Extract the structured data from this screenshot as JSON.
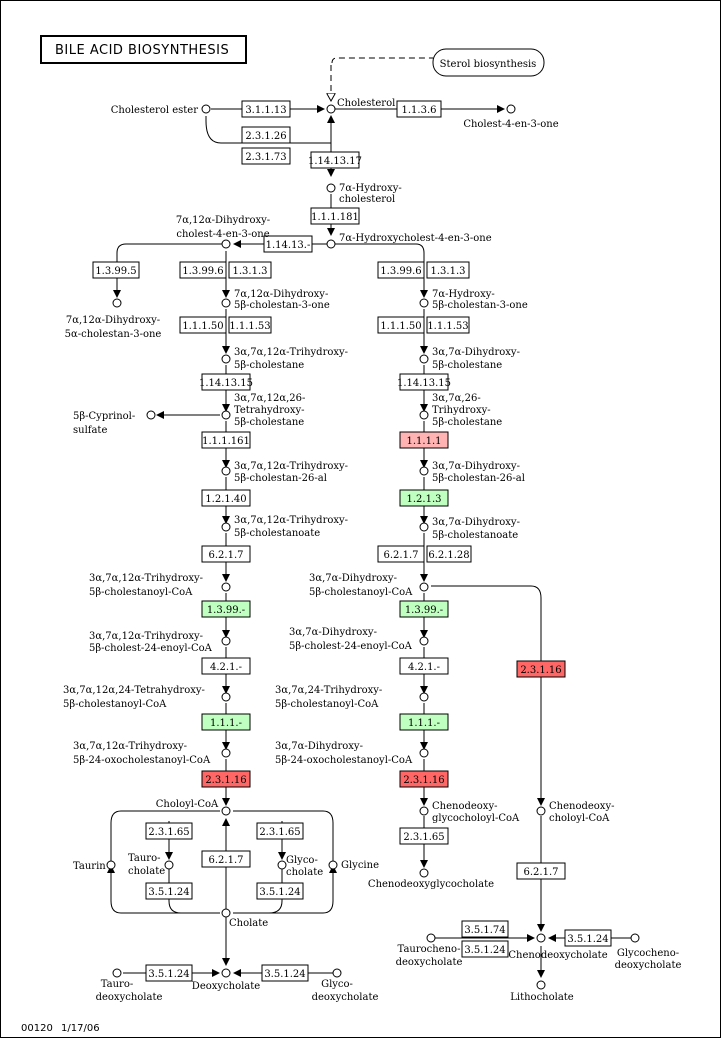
{
  "map": {
    "title": "BILE ACID BIOSYNTHESIS",
    "footer_id": "00120",
    "footer_date": "1/17/06",
    "link_map": "Sterol biosynthesis"
  },
  "colors": {
    "green": "#bfffbf",
    "pink": "#ffb3b3",
    "red": "#ff6666",
    "white": "#ffffff"
  },
  "enzymes": {
    "e31113": "3.1.1.13",
    "e23126": "2.3.1.26",
    "e23173": "2.3.1.73",
    "e1136": "1.1.3.6",
    "e1141317": "1.14.13.17",
    "e111181": "1.1.1.181",
    "e11413": "1.14.13.-",
    "e13995": "1.3.99.5",
    "e13996a": "1.3.99.6",
    "e1313a": "1.3.1.3",
    "e13996b": "1.3.99.6",
    "e1313b": "1.3.1.3",
    "e11150a": "1.1.1.50",
    "e11153a": "1.1.1.53",
    "e11150b": "1.1.1.50",
    "e11153b": "1.1.1.53",
    "e1141315a": "1.14.13.15",
    "e1141315b": "1.14.13.15",
    "e111161": "1.1.1.161",
    "e1111": "1.1.1.1",
    "e12140": "1.2.1.40",
    "e1213": "1.2.1.3",
    "e6217a": "6.2.1.7",
    "e6217b": "6.2.1.7",
    "e62128": "6.2.1.28",
    "e1399a": "1.3.99.-",
    "e1399b": "1.3.99.-",
    "e421a": "4.2.1.-",
    "e421b": "4.2.1.-",
    "e111a": "1.1.1.-",
    "e111b": "1.1.1.-",
    "e23116a": "2.3.1.16",
    "e23116b": "2.3.1.16",
    "e23116c": "2.3.1.16",
    "e23165a": "2.3.1.65",
    "e23165b": "2.3.1.65",
    "e23165c": "2.3.1.65",
    "e6217c": "6.2.1.7",
    "e6217d": "6.2.1.7",
    "e35124a": "3.5.1.24",
    "e35124b": "3.5.1.24",
    "e35124c": "3.5.1.24",
    "e35124d": "3.5.1.24",
    "e35124e": "3.5.1.24",
    "e35174": "3.5.1.74",
    "e35124f": "3.5.1.24"
  },
  "compounds": {
    "cholesterol_ester": "Cholesterol ester",
    "cholesterol": "Cholesterol",
    "cholest4en3one": "Cholest-4-en-3-one",
    "hydroxycholesterol_1": "7α-Hydroxy-",
    "hydroxycholesterol_2": "cholesterol",
    "hydroxycholestenone": "7α-Hydroxycholest-4-en-3-one",
    "dihydroxycholestenone_1": "7α,12α-Dihydroxy-",
    "dihydroxycholestenone_2": "cholest-4-en-3-one",
    "dihydroxy5a_1": "7α,12α-Dihydroxy-",
    "dihydroxy5a_2": "5α-cholestan-3-one",
    "dihydroxy5b_1": "7α,12α-Dihydroxy-",
    "dihydroxy5b_2": "5β-cholestan-3-one",
    "hydroxy5b_1": "7α-Hydroxy-",
    "hydroxy5b_2": "5β-cholestan-3-one",
    "trihydroxycholestane_1": "3α,7α,12α-Trihydroxy-",
    "trihydroxycholestane_2": "5β-cholestane",
    "dihydroxycholestane_1": "3α,7α-Dihydroxy-",
    "dihydroxycholestane_2": "5β-cholestane",
    "tetrahydroxy_1": "3α,7α,12α,26-",
    "tetrahydroxy_2": "Tetrahydroxy-",
    "tetrahydroxy_3": "5β-cholestane",
    "trihydroxy26_1": "3α,7α,26-",
    "trihydroxy26_2": "Trihydroxy-",
    "trihydroxy26_3": "5β-cholestane",
    "cyprinol_1": "5β-Cyprinol-",
    "cyprinol_2": "sulfate",
    "trihydroxy26al_1": "3α,7α,12α-Trihydroxy-",
    "trihydroxy26al_2": "5β-cholestan-26-al",
    "dihydroxy26al_1": "3α,7α-Dihydroxy-",
    "dihydroxy26al_2": "5β-cholestan-26-al",
    "thca_1": "3α,7α,12α-Trihydroxy-",
    "thca_2": "5β-cholestanoate",
    "dhca_1": "3α,7α-Dihydroxy-",
    "dhca_2": "5β-cholestanoate",
    "thcacoa_1": "3α,7α,12α-Trihydroxy-",
    "thcacoa_2": "5β-cholestanoyl-CoA",
    "dhcacoa_1": "3α,7α-Dihydroxy-",
    "dhcacoa_2": "5β-cholestanoyl-CoA",
    "enoyl3_1": "3α,7α,12α-Trihydroxy-",
    "enoyl3_2": "5β-cholest-24-enoyl-CoA",
    "enoyl2_1": "3α,7α-Dihydroxy-",
    "enoyl2_2": "5β-cholest-24-enoyl-CoA",
    "tetra24_1": "3α,7α,12α,24-Tetrahydroxy-",
    "tetra24_2": "5β-cholestanoyl-CoA",
    "tri24_1": "3α,7α,24-Trihydroxy-",
    "tri24_2": "5β-cholestanoyl-CoA",
    "oxo3_1": "3α,7α,12α-Trihydroxy-",
    "oxo3_2": "5β-24-oxocholestanoyl-CoA",
    "oxo2_1": "3α,7α-Dihydroxy-",
    "oxo2_2": "5β-24-oxocholestanoyl-CoA",
    "choloylcoa": "Choloyl-CoA",
    "taurin": "Taurin",
    "taurocholate_1": "Tauro-",
    "taurocholate_2": "cholate",
    "glycocholate_1": "Glyco-",
    "glycocholate_2": "cholate",
    "glycine": "Glycine",
    "cholate": "Cholate",
    "deoxycholate": "Deoxycholate",
    "taurodeoxy_1": "Tauro-",
    "taurodeoxy_2": "deoxycholate",
    "glycodeoxy_1": "Glyco-",
    "glycodeoxy_2": "deoxycholate",
    "chenoglyco_1": "Chenodeoxy-",
    "chenoglyco_2": "glycocholoyl-CoA",
    "chenodeoxyglycocholate": "Chenodeoxyglycocholate",
    "chenocoa_1": "Chenodeoxy-",
    "chenocoa_2": "choloyl-CoA",
    "chenodeoxycholate": "Chenodeoxycholate",
    "taurocheno_1": "Taurocheno-",
    "taurocheno_2": "deoxycholate",
    "glycocheno_1": "Glycocheno-",
    "glycocheno_2": "deoxycholate",
    "lithocholate": "Lithocholate"
  }
}
